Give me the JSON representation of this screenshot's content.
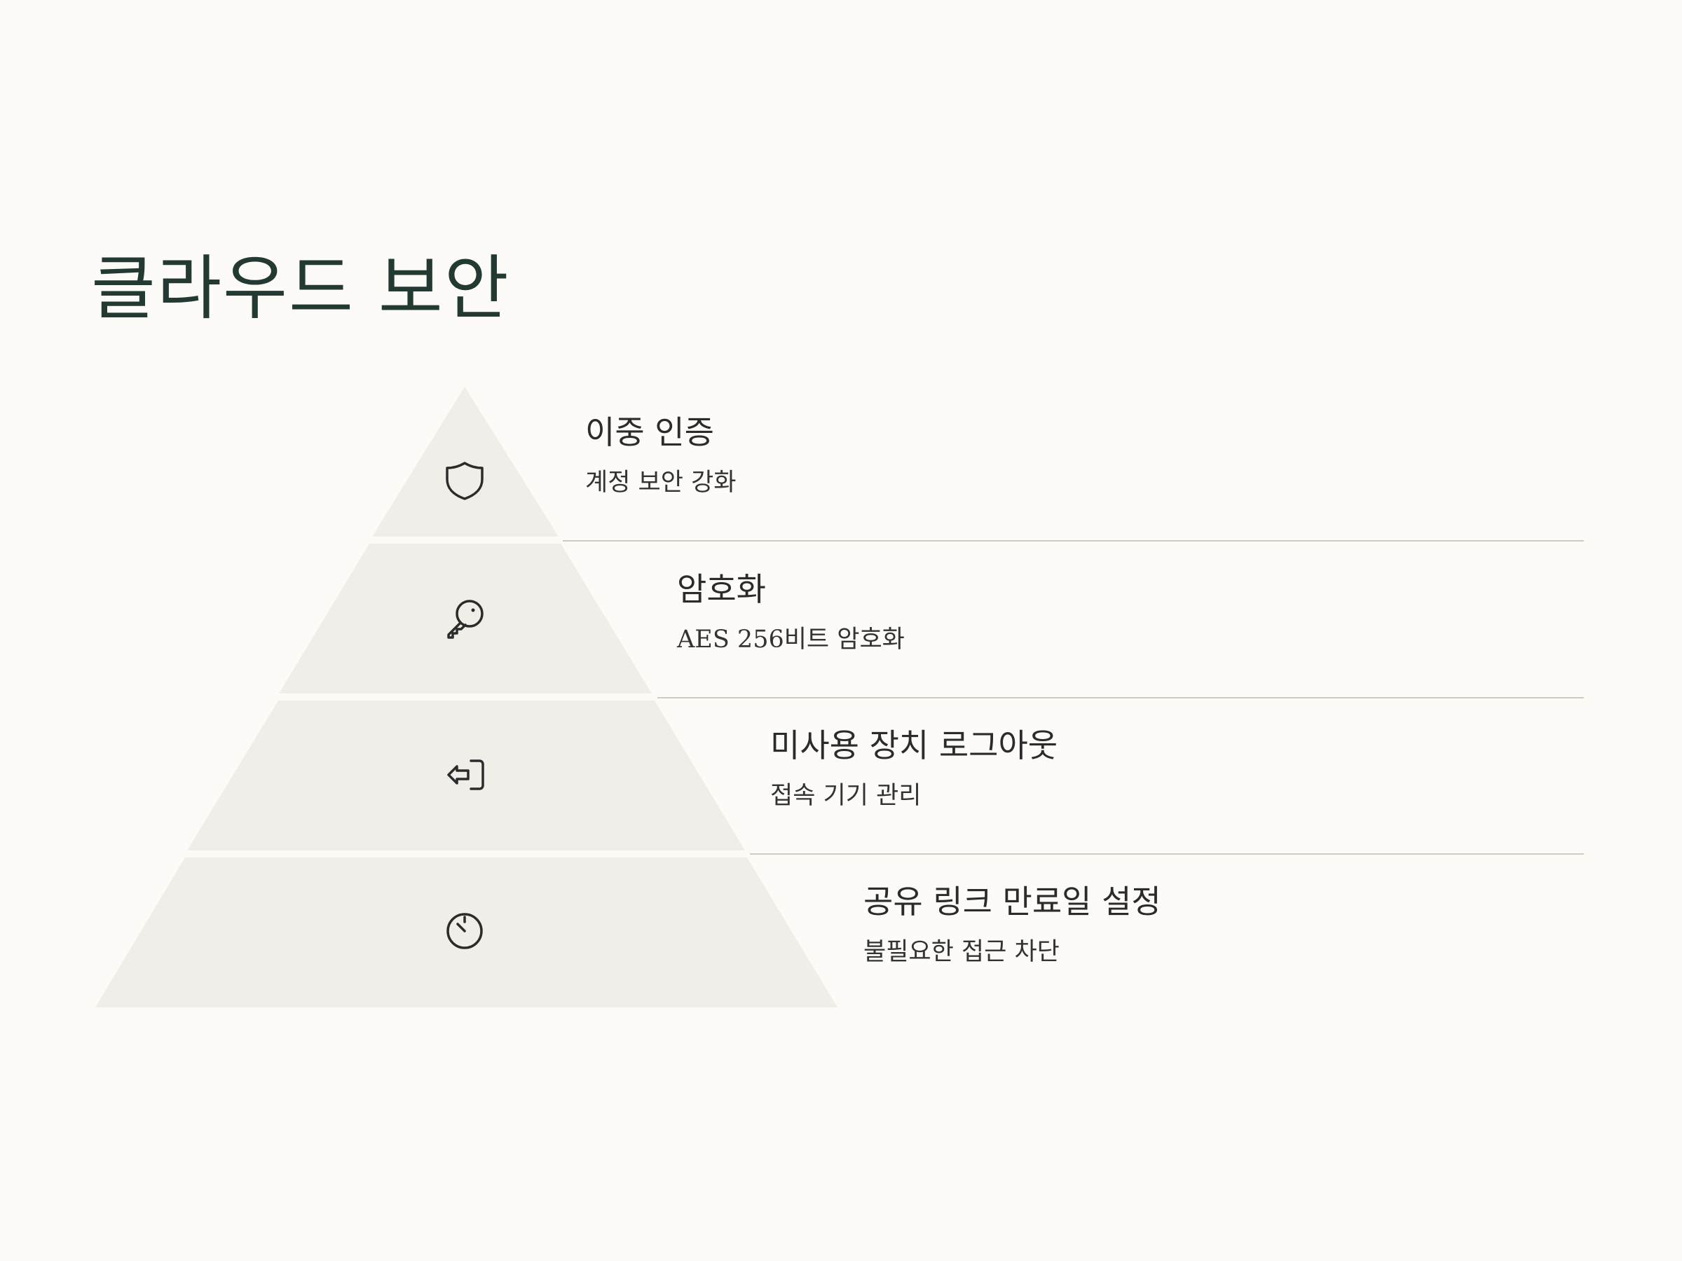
{
  "title": "클라우드 보안",
  "colors": {
    "background": "#fcfbf8",
    "tier_fill": "#f0eee8",
    "title": "#223a31",
    "divider": "#cfccc6",
    "icon": "#2b2b2b"
  },
  "tiers": [
    {
      "title": "이중 인증",
      "description": "계정 보안 강화",
      "icon": "shield-icon"
    },
    {
      "title": "암호화",
      "description": "AES 256비트 암호화",
      "icon": "key-icon"
    },
    {
      "title": "미사용 장치 로그아웃",
      "description": "접속 기기 관리",
      "icon": "logout-icon"
    },
    {
      "title": "공유 링크 만료일 설정",
      "description": "불필요한 접근 차단",
      "icon": "timer-icon"
    }
  ]
}
